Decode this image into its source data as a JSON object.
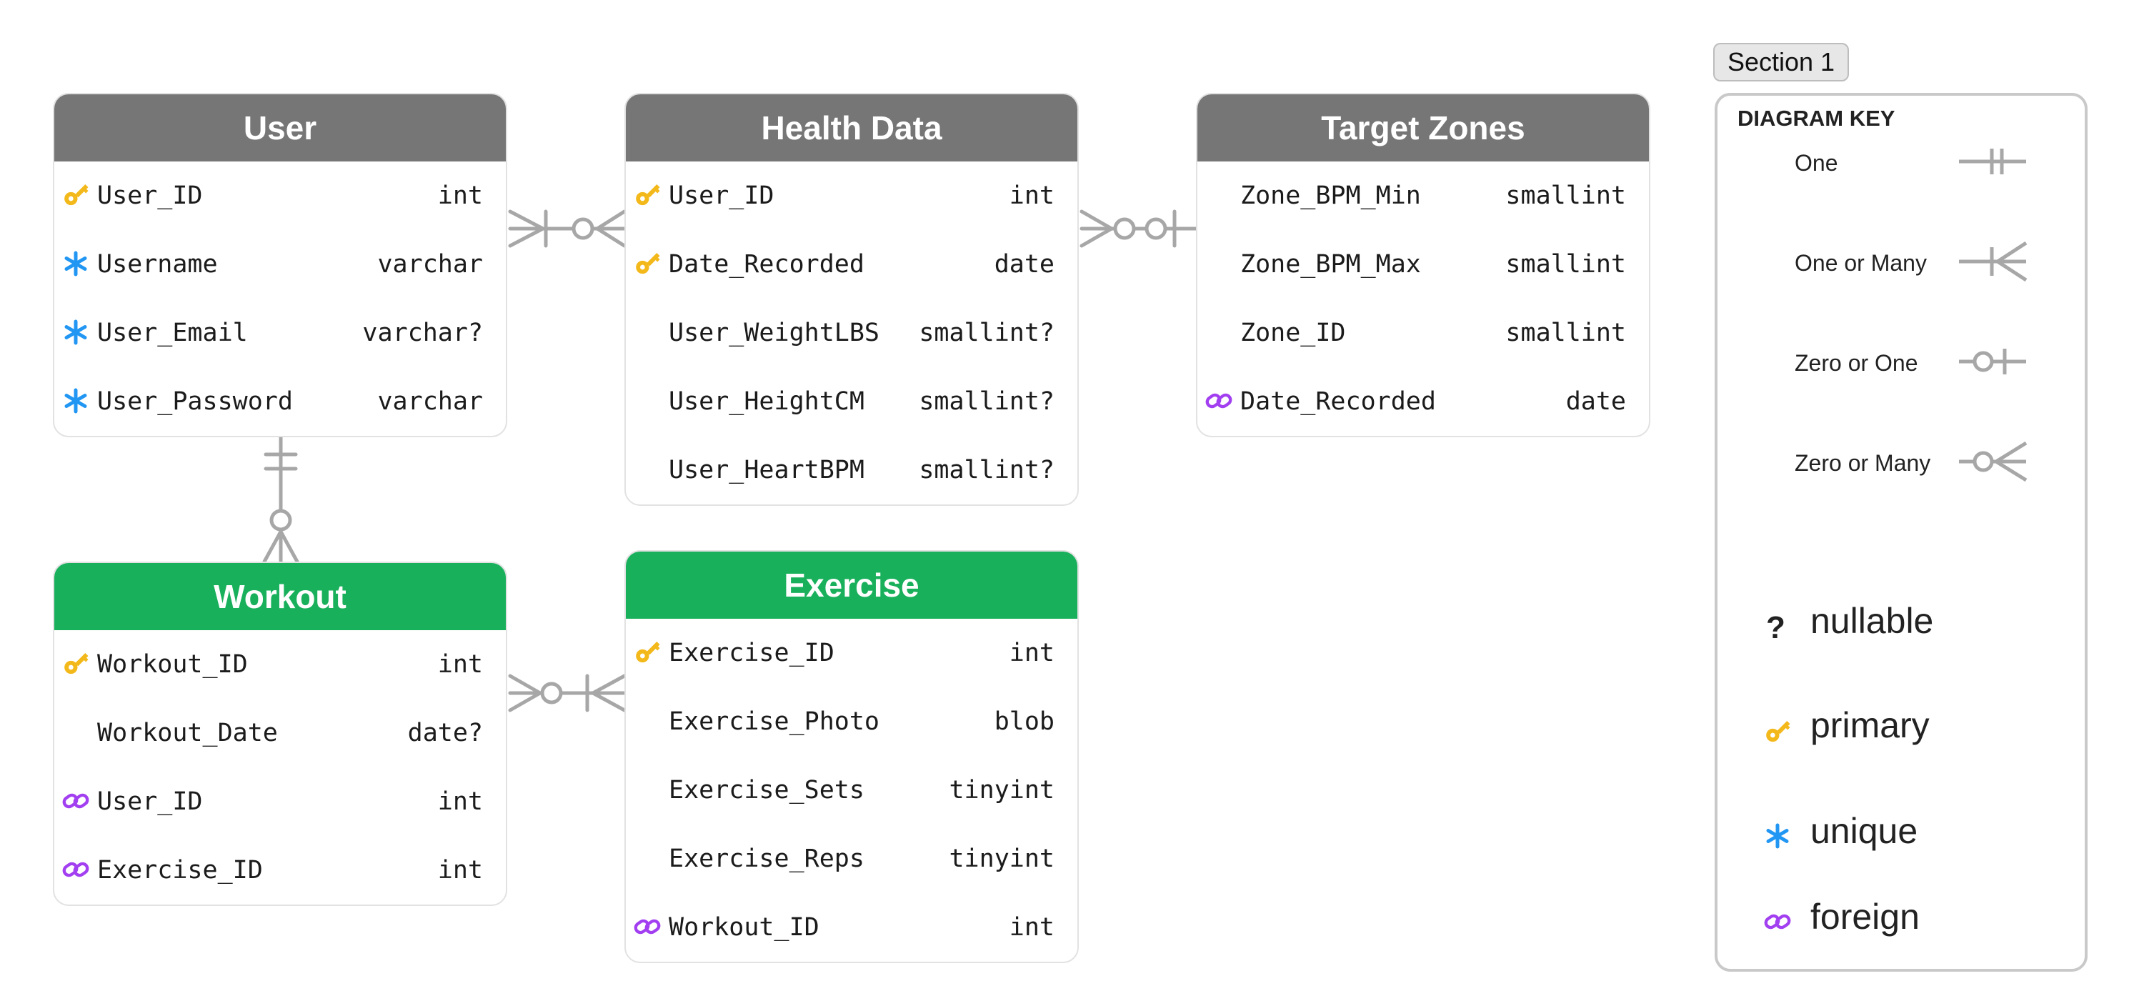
{
  "tables": {
    "user": {
      "title": "User",
      "rows": [
        {
          "name": "User_ID",
          "type": "int",
          "icon": "key-icon"
        },
        {
          "name": "Username",
          "type": "varchar",
          "icon": "snowflake-icon"
        },
        {
          "name": "User_Email",
          "type": "varchar?",
          "icon": "snowflake-icon"
        },
        {
          "name": "User_Password",
          "type": "varchar",
          "icon": "snowflake-icon"
        }
      ]
    },
    "health_data": {
      "title": "Health Data",
      "rows": [
        {
          "name": "User_ID",
          "type": "int",
          "icon": "key-icon"
        },
        {
          "name": "Date_Recorded",
          "type": "date",
          "icon": "key-icon"
        },
        {
          "name": "User_WeightLBS",
          "type": "smallint?",
          "icon": ""
        },
        {
          "name": "User_HeightCM",
          "type": "smallint?",
          "icon": ""
        },
        {
          "name": "User_HeartBPM",
          "type": "smallint?",
          "icon": ""
        }
      ]
    },
    "target_zones": {
      "title": "Target Zones",
      "rows": [
        {
          "name": "Zone_BPM_Min",
          "type": "smallint",
          "icon": ""
        },
        {
          "name": "Zone_BPM_Max",
          "type": "smallint",
          "icon": ""
        },
        {
          "name": "Zone_ID",
          "type": "smallint",
          "icon": ""
        },
        {
          "name": "Date_Recorded",
          "type": "date",
          "icon": "link-icon"
        }
      ]
    },
    "workout": {
      "title": "Workout",
      "rows": [
        {
          "name": "Workout_ID",
          "type": "int",
          "icon": "key-icon"
        },
        {
          "name": "Workout_Date",
          "type": "date?",
          "icon": ""
        },
        {
          "name": "User_ID",
          "type": "int",
          "icon": "link-icon"
        },
        {
          "name": "Exercise_ID",
          "type": "int",
          "icon": "link-icon"
        }
      ]
    },
    "exercise": {
      "title": "Exercise",
      "rows": [
        {
          "name": "Exercise_ID",
          "type": "int",
          "icon": "key-icon"
        },
        {
          "name": "Exercise_Photo",
          "type": "blob",
          "icon": ""
        },
        {
          "name": "Exercise_Sets",
          "type": "tinyint",
          "icon": ""
        },
        {
          "name": "Exercise_Reps",
          "type": "tinyint",
          "icon": ""
        },
        {
          "name": "Workout_ID",
          "type": "int",
          "icon": "link-icon"
        }
      ]
    }
  },
  "section": {
    "label": "Section 1"
  },
  "key": {
    "title": "DIAGRAM KEY",
    "cardinality": [
      {
        "label": "One",
        "symbol": "one"
      },
      {
        "label": "One or Many",
        "symbol": "one-or-many"
      },
      {
        "label": "Zero or One",
        "symbol": "zero-or-one"
      },
      {
        "label": "Zero or Many",
        "symbol": "zero-or-many"
      }
    ],
    "legend": [
      {
        "label": "nullable",
        "symbol": "?",
        "icon": "question-icon"
      },
      {
        "label": "primary",
        "icon": "key-icon"
      },
      {
        "label": "unique",
        "icon": "snowflake-icon"
      },
      {
        "label": "foreign",
        "icon": "link-icon"
      }
    ]
  },
  "colors": {
    "header_gray": "#767676",
    "header_green": "#19b05c",
    "key_icon": "#f3b81a",
    "unique_icon": "#2196f3",
    "foreign_icon": "#a23ff0",
    "connector": "#a7a7a7"
  }
}
